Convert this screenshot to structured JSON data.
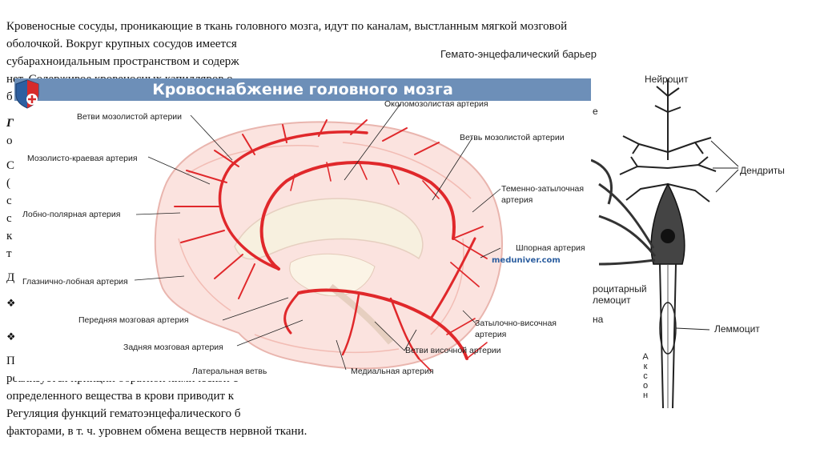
{
  "slide": {
    "line1": "Кровеносные сосуды, проникающие в ткань головного мозга, идут по каналам, выстланным мягкой мозговой",
    "line2": "оболочкой. Вокруг крупных сосудов имеется",
    "line3": "субарахноидальным пространством и содерж",
    "line4": "нет. Солерживое кровеносных капилляров о",
    "line5": "б",
    "frag_bold": "Г",
    "frag_o": "о",
    "frag_c1": "С",
    "frag_paren": "(",
    "frag_c2": "с",
    "frag_c3": "с",
    "frag_k": "к",
    "frag_t": "т",
    "frag_d": "Д",
    "frag_p": "П",
    "bullet": "❖",
    "bottom1": "реализуется принцип обратной химической с",
    "bottom2": "определенного вещества в крови приводит к",
    "bottom3": "Регуляция функций гематоэнцефалического б",
    "bottom4": "факторами, в т. ч. уровнем обмена веществ нервной ткани."
  },
  "brain": {
    "title": "Кровоснабжение головного мозга",
    "watermark": "meduniver.com",
    "labels": {
      "callosal_branches": "Ветви мозолистой артерии",
      "pericallosal": "Околомозолистая артерия",
      "callosal_branch": "Ветвь мозолистой артерии",
      "callosomarginal": "Мозолисто-краевая артерия",
      "parieto_occipital_1": "Теменно-затылочная",
      "parieto_occipital_2": "артерия",
      "frontopolar": "Лобно-полярная артерия",
      "calcarine": "Шпорная артерия",
      "orbitofrontal": "Глазнично-лобная артерия",
      "anterior_cerebral": "Передняя мозговая артерия",
      "occipitotemporal_1": "Затылочно-височная",
      "occipitotemporal_2": "артерия",
      "posterior_cerebral": "Задняя мозговая артерия",
      "temporal_branches": "Ветви височной артерии",
      "lateral_branch": "Латеральная ветвь",
      "medial_artery": "Медиальная артерия"
    }
  },
  "neuron": {
    "title": "Гемато-энцефалический барьер",
    "neurocyte": "Нейроцит",
    "dendrites": "Дендриты",
    "astrocytic_1": "роцитарный",
    "astrocytic_2": "лемоцит",
    "na": "на",
    "e_frag": "е",
    "lemmocyte": "Леммоцит",
    "axon_letters": [
      "А",
      "к",
      "с",
      "о",
      "н"
    ]
  },
  "colors": {
    "banner": "#6d8fb8",
    "artery": "#e0282b",
    "brain_fill": "#fbe3df",
    "watermark": "#2d5fa0"
  }
}
